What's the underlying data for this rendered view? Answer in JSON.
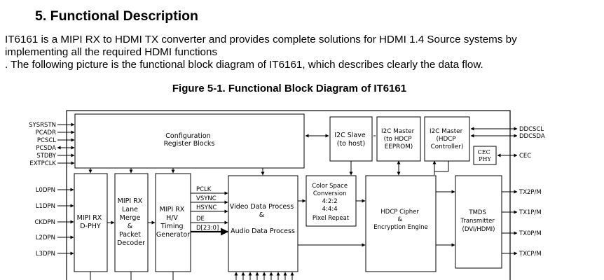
{
  "section_heading": "5. Functional Description",
  "paragraph": [
    "IT6161 is a MIPI RX to HDMI TX converter and provides complete solutions for HDMI 1.4 Source systems by",
    "implementing all the required HDMI functions",
    ". The following picture is the functional block diagram of IT6161, which describes clearly the data flow."
  ],
  "figure_caption": "Figure 5-1. Functional Block Diagram of IT6161",
  "diagram": {
    "left_pins": [
      "SYSRSTN",
      "PCADR",
      "PCSCL",
      "PCSDA",
      "STDBY",
      "EXTPCLK"
    ],
    "mipi_pins": [
      "L0DPN",
      "L1DPN",
      "CKDPN",
      "L2DPN",
      "L3DPN"
    ],
    "right_top_pins": [
      "DDCSCL",
      "DDCSDA",
      "CEC"
    ],
    "right_tmds_pins": [
      "TX2P/M",
      "TX1P/M",
      "TX0P/M",
      "TXCP/M"
    ],
    "blocks": {
      "config": [
        "Configuration",
        "Register Blocks"
      ],
      "i2c_slave": [
        "I2C Slave",
        "(to host)"
      ],
      "i2c_master_hdcp": [
        "I2C Master",
        "(to HDCP",
        "EEPROM)"
      ],
      "i2c_master_hdcp_ctrl": [
        "I2C Master",
        "(HDCP",
        "Controller)"
      ],
      "cec_phy": [
        "CEC",
        "PHY"
      ],
      "mipi_dphy": [
        "MIPI RX",
        "D-PHY"
      ],
      "lane_merge": [
        "MIPI RX",
        "Lane",
        "Merge",
        "&",
        "Packet",
        "Decoder"
      ],
      "timing_gen": [
        "MIPI RX",
        "H/V",
        "Timing",
        "Generator"
      ],
      "video_proc": [
        "Video Data Process",
        "&",
        "Audio Data Process"
      ],
      "csc": [
        "Color Space",
        "Conversion",
        "4:2:2",
        "4:4:4",
        "Pixel Repeat"
      ],
      "hdcp": [
        "HDCP Cipher",
        "&",
        "Encryption Engine"
      ],
      "tmds": [
        "TMDS",
        "Transmitter",
        "(DVI/HDMI)"
      ]
    },
    "signals": [
      "PCLK",
      "VSYNC",
      "HSYNC",
      "DE",
      "D[23:0]"
    ]
  }
}
